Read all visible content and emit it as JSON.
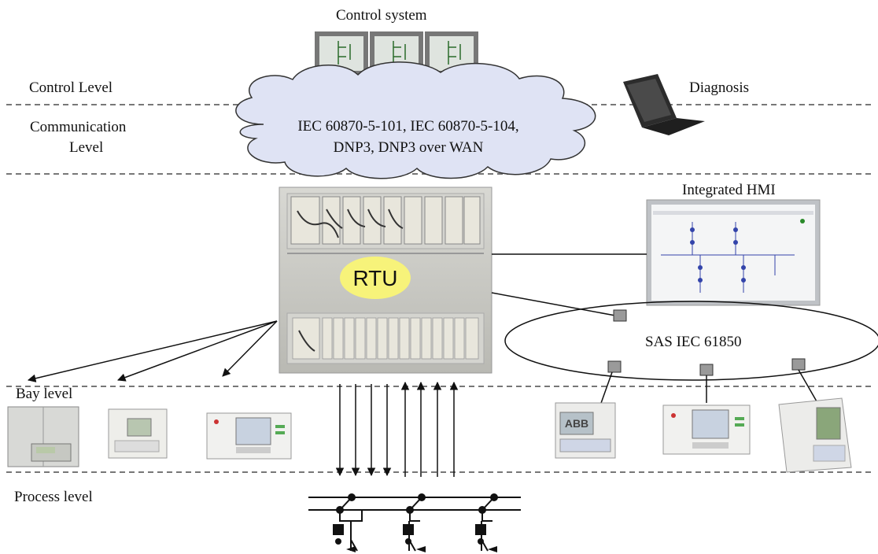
{
  "levels": {
    "control": "Control Level",
    "communication_line1": "Communication",
    "communication_line2": "Level",
    "bay": "Bay level",
    "process": "Process level"
  },
  "top": {
    "control_system": "Control system",
    "diagnosis": "Diagnosis"
  },
  "cloud": {
    "line1": "IEC 60870-5-101, IEC 60870-5-104,",
    "line2": "DNP3, DNP3 over WAN",
    "fill": "#dfe3f4",
    "stroke": "#333333"
  },
  "rtu": {
    "label": "RTU",
    "fill": "#f7f37a"
  },
  "hmi": {
    "label": "Integrated HMI"
  },
  "sas": {
    "label": "SAS IEC 61850"
  },
  "colors": {
    "divider": "#777777",
    "line": "#111111",
    "cabinet": "#c9c9c4",
    "node": "#9a9a9a"
  },
  "devices": {
    "relay_brand": "ABB"
  }
}
